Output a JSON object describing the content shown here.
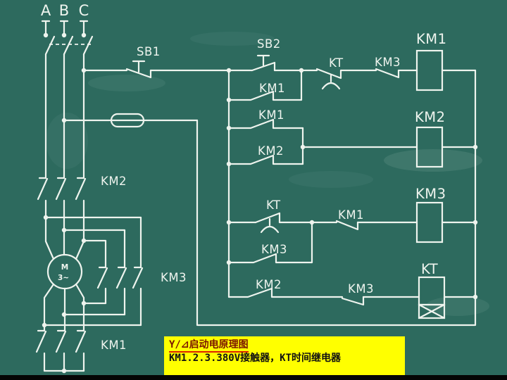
{
  "board": {
    "bg_color": "#2d6a5e",
    "chalk_color": "#eef4ee"
  },
  "phases": {
    "a": "A",
    "b": "B",
    "c": "C"
  },
  "power": {
    "km2_main_label": "KM2",
    "km3_main_label": "KM3",
    "km1_main_label": "KM1",
    "motor_letter": "M",
    "motor_phases": "3~"
  },
  "control": {
    "sb1_label": "SB1",
    "sb2_label": "SB2",
    "km1_selfhold_label": "KM1",
    "kt_nc_label": "KT",
    "km3_nc_label": "KM3",
    "km1_coil_label": "KM1",
    "km1_aux_label": "KM1",
    "km2_aux_label": "KM2",
    "km2_coil_label": "KM2",
    "kt_no_label": "KT",
    "km3_aux_label": "KM3",
    "km1_nc_label": "KM1",
    "km3_coil_label": "KM3",
    "km2_no_label": "KM2",
    "km3_no_label": "KM3",
    "kt_coil_label": "KT"
  },
  "caption": {
    "line1": "Y/⊿启动电原理图",
    "line2": "KM1.2.3.380V接触器，KT时间继电器",
    "bg_color": "#ffff00",
    "line1_color": "#7a1400",
    "underline_color": "#dd2200",
    "line2_color": "#111111"
  }
}
